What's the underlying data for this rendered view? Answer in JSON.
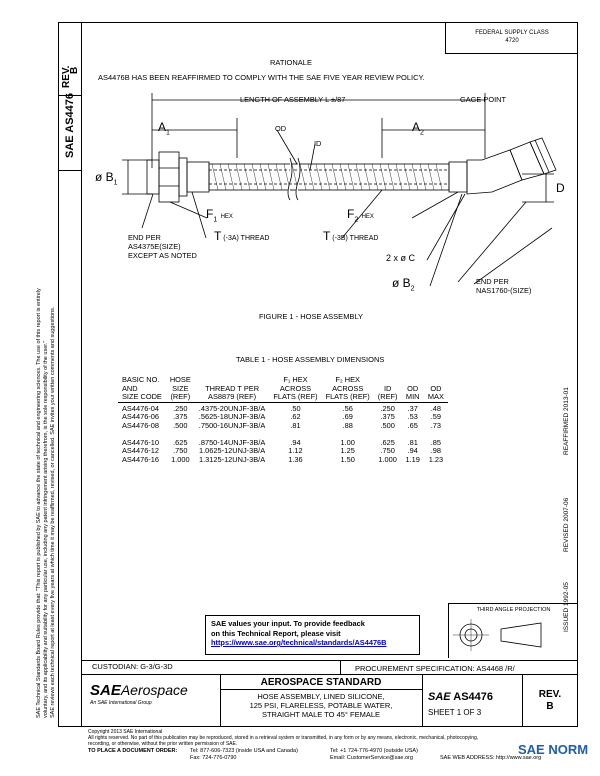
{
  "rev_header": {
    "label": "REV.",
    "value": "B"
  },
  "doc_number_side": "AS4476",
  "side_notice": [
    "SAE Technical Standards Board Rules provide that: \"This report is published by SAE to advance the state of technical and engineering sciences. The use of this report is entirely",
    "voluntary, and its applicability and suitability for any particular use, including any patent infringement arising therefrom, is the sole responsibility of the user.\"",
    "SAE reviews each technical report at least every five years at which time it may be reaffirmed, revised, or cancelled. SAE invites your written comments and suggestions."
  ],
  "top_right_box": [
    "FEDERAL SUPPLY CLASS",
    "4720"
  ],
  "rationale_title": "RATIONALE",
  "rationale_text": "AS4476B HAS BEEN REAFFIRMED TO COMPLY WITH THE SAE FIVE YEAR REVIEW POLICY.",
  "figure": {
    "length_label": "LENGTH OF ASSEMBLY L ±/87",
    "gage_point": "GAGE POINT",
    "a1": "A",
    "a1_sub": "1",
    "a2": "A",
    "a2_sub": "2",
    "od": "OD",
    "id": "ID",
    "b1": "ø B",
    "b1_sub": "1",
    "d": "D",
    "f1": "F",
    "f1_sub": "1",
    "f1_hex": "HEX",
    "f2": "F",
    "f2_sub": "2",
    "f2_hex": "HEX",
    "t1": "T",
    "t1_thread": "(-3A) THREAD",
    "t2": "T",
    "t2_thread": "(-3B) THREAD",
    "c": "2 x ø C",
    "b2": "ø B",
    "b2_sub": "2",
    "end_left": [
      "END PER",
      "AS4375E(SIZE)",
      "EXCEPT AS NOTED"
    ],
    "end_right": [
      "END PER",
      "NAS1760-(SIZE)"
    ],
    "caption": "FIGURE 1 - HOSE ASSEMBLY"
  },
  "table": {
    "caption": "TABLE 1 - HOSE ASSEMBLY DIMENSIONS",
    "headers": [
      [
        "BASIC NO.",
        "AND",
        "SIZE CODE"
      ],
      [
        "HOSE",
        "SIZE",
        "(REF)"
      ],
      [
        "THREAD T PER",
        "AS8879 (REF)"
      ],
      [
        "F₁ HEX",
        "ACROSS",
        "FLATS (REF)"
      ],
      [
        "F₂ HEX",
        "ACROSS",
        "FLATS (REF)"
      ],
      [
        "ID",
        "(REF)"
      ],
      [
        "OD",
        "MIN"
      ],
      [
        "OD",
        "MAX"
      ]
    ],
    "rows": [
      [
        "AS4476-04",
        ".250",
        ".4375-20UNJF-3B/A",
        ".50",
        ".56",
        ".250",
        ".37",
        ".48"
      ],
      [
        "AS4476-06",
        ".375",
        ".5625-18UNJF-3B/A",
        ".62",
        ".69",
        ".375",
        ".53",
        ".59"
      ],
      [
        "AS4476-08",
        ".500",
        ".7500-16UNJF-3B/A",
        ".81",
        ".88",
        ".500",
        ".65",
        ".73"
      ],
      [
        "AS4476-10",
        ".625",
        ".8750-14UNJF-3B/A",
        ".94",
        "1.00",
        ".625",
        ".81",
        ".85"
      ],
      [
        "AS4476-12",
        ".750",
        "1.0625-12UNJ-3B/A",
        "1.12",
        "1.25",
        ".750",
        ".94",
        ".98"
      ],
      [
        "AS4476-16",
        "1.000",
        "1.3125-12UNJ-3B/A",
        "1.36",
        "1.50",
        "1.000",
        "1.19",
        "1.23"
      ]
    ]
  },
  "right_dates": [
    "ISSUED 1992-05",
    "REVISED 2007-06",
    "REAFFIRMED 2013-01"
  ],
  "feedback": {
    "line1": "SAE values your input. To provide feedback",
    "line2": "on this Technical Report, please visit",
    "url": "https://www.sae.org/technical/standards/AS4476B"
  },
  "third_angle": "THIRD ANGLE PROJECTION",
  "custodian": "CUSTODIAN: G-3/G-3D",
  "procurement": "PROCUREMENT SPECIFICATION: AS4468 /R/",
  "title_block": {
    "logo_sae": "SAE",
    "logo_aerospace": "Aerospace",
    "logo_sub": "An SAE International Group",
    "standard": "AEROSPACE STANDARD",
    "title_lines": [
      "HOSE ASSEMBLY, LINED SILICONE,",
      "125 PSI, FLARELESS, POTABLE WATER,",
      "STRAIGHT MALE TO 45° FEMALE"
    ],
    "doc_logo": "SAE",
    "doc_number": "AS4476",
    "sheet": "SHEET 1 OF 3",
    "rev_label": "REV.",
    "rev_value": "B"
  },
  "footer": {
    "copyright": "Copyright 2013 SAE International",
    "rights": "All rights reserved. No part of this publication may be reproduced, stored in a retrieval system or transmitted, in any form or by any means, electronic, mechanical, photocopying,",
    "rights2": "recording, or otherwise, without the prior written permission of SAE.",
    "order": "TO PLACE A DOCUMENT ORDER:",
    "tel1": "Tel: 877-606-7323 (inside USA and Canada)",
    "tel2": "Tel: +1 724-776-4970 (outside USA)",
    "fax": "Fax: 724-776-0790",
    "email": "Email: CustomerService@sae.org",
    "web": "SAE WEB ADDRESS: http://www.sae.org",
    "watermark": "SAE NORM"
  }
}
